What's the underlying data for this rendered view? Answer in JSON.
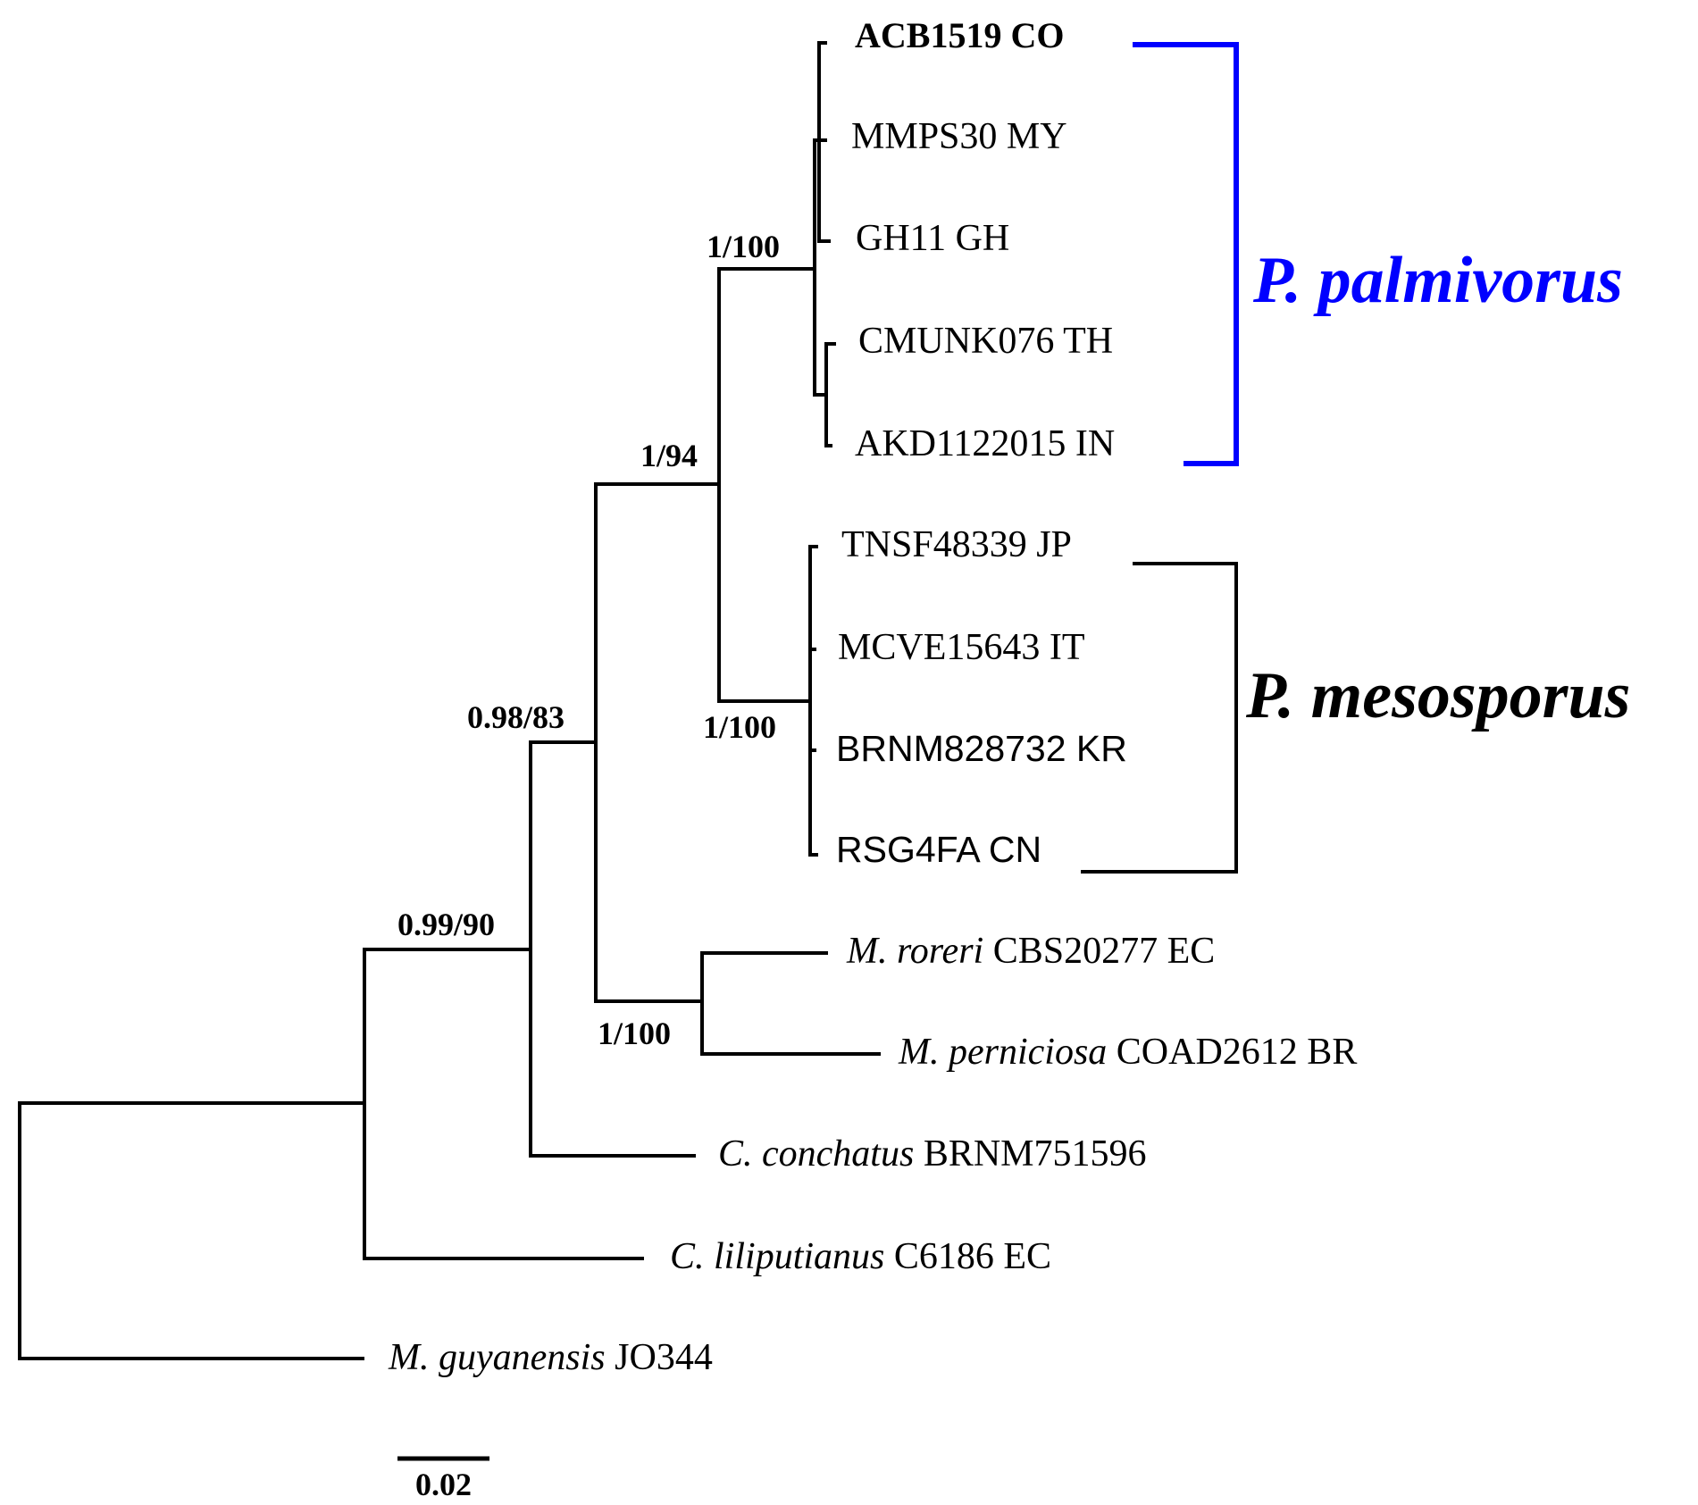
{
  "colors": {
    "line": "#000000",
    "palmivorus": "#0000ff"
  },
  "taxa": {
    "t1": {
      "italic": "",
      "text": "ACB1519 CO"
    },
    "t2": {
      "italic": "",
      "text": "MMPS30 MY"
    },
    "t3": {
      "italic": "",
      "text": "GH11 GH"
    },
    "t4": {
      "italic": "",
      "text": "CMUNK076 TH"
    },
    "t5": {
      "italic": "",
      "text": "AKD1122015 IN"
    },
    "t6": {
      "italic": "",
      "text": "TNSF48339 JP"
    },
    "t7": {
      "italic": "",
      "text": "MCVE15643 IT"
    },
    "t8": {
      "italic": "",
      "text": "BRNM828732 KR"
    },
    "t9": {
      "italic": "",
      "text": "RSG4FA CN"
    },
    "t10": {
      "italic": "M. roreri",
      "text": " CBS20277 EC"
    },
    "t11": {
      "italic": "M. perniciosa",
      "text": " COAD2612 BR"
    },
    "t12": {
      "italic": "C. conchatus",
      "text": " BRNM751596"
    },
    "t13": {
      "italic": "C. liliputianus",
      "text": " C6186 EC"
    },
    "t14": {
      "italic": "M. guyanensis",
      "text": " JO344"
    }
  },
  "support": {
    "palmivorus_clade": "1/100",
    "palm_meso": "1/94",
    "mesosporus_clade": "1/100",
    "node_0_98": "0.98/83",
    "node_0_99": "0.99/90",
    "moniliophthora_pair": "1/100"
  },
  "clades": {
    "palmivorus": "P. palmivorus",
    "mesosporus": "P. mesosporus"
  },
  "scale_bar": {
    "label": "0.02"
  }
}
